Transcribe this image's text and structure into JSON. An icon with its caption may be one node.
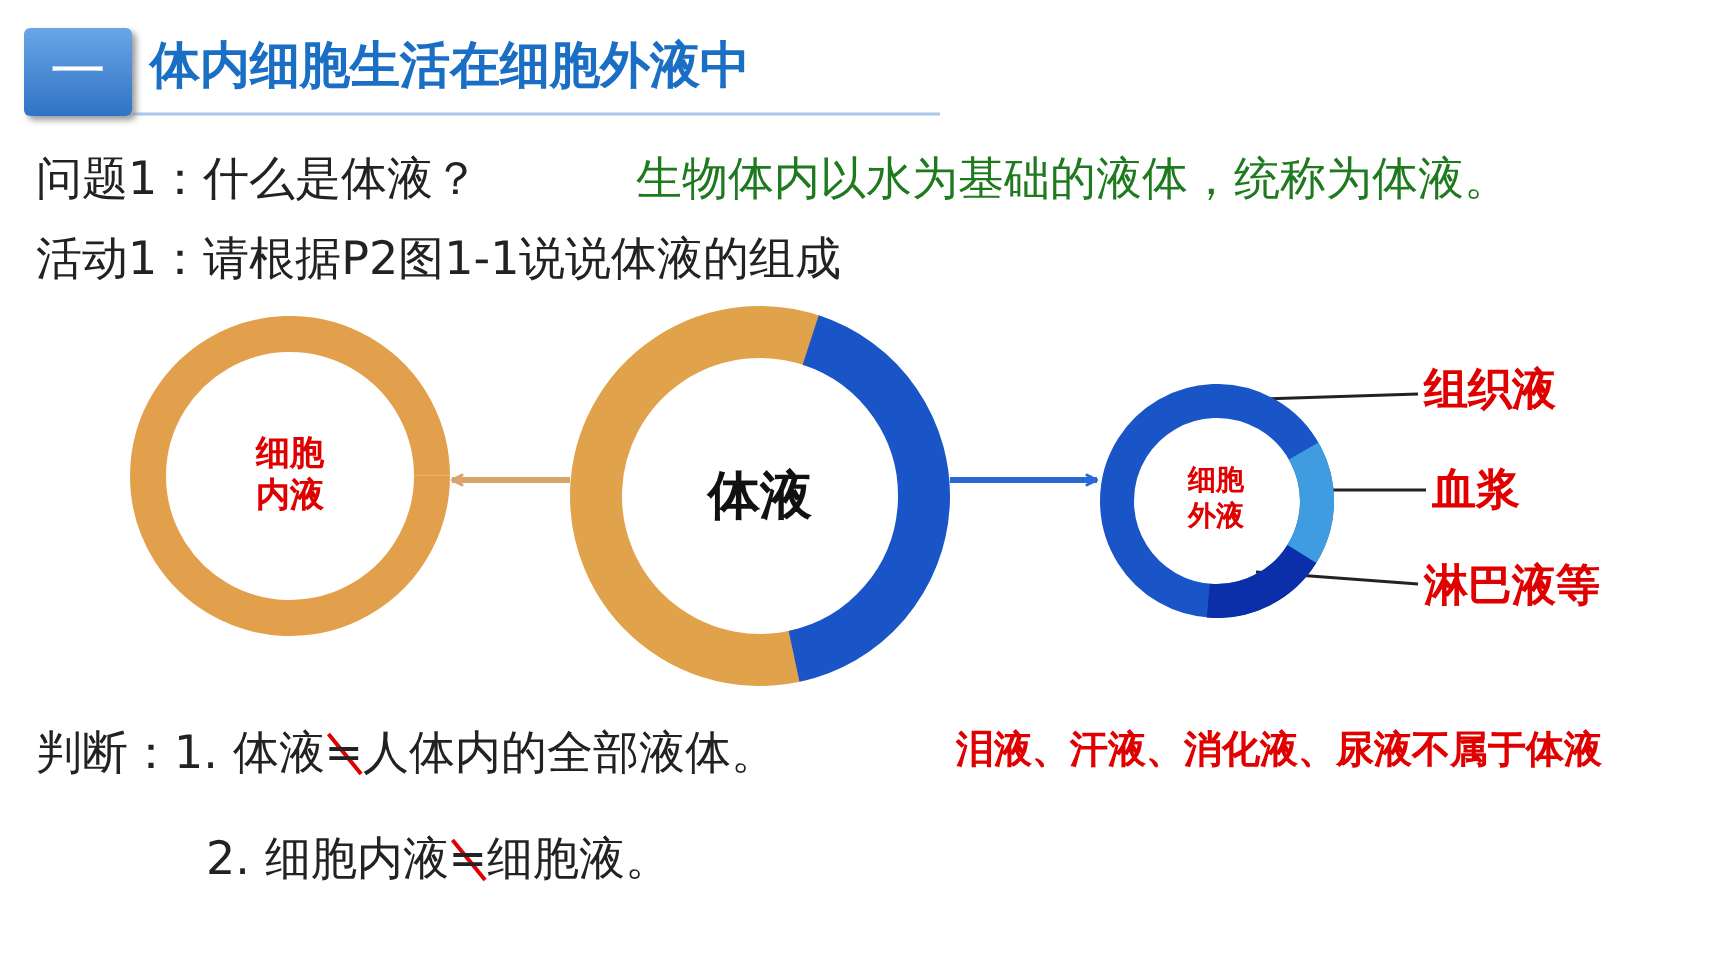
{
  "diagram": {
    "title": "体内细胞生活在细胞外液中",
    "nodes": [
      {
        "text": [
          "细胞内液"
        ]
      },
      {
        "text": [
          "体液"
        ]
      },
      {
        "text": [
          "细胞外液"
        ]
      },
      {
        "text": [
          "组织液"
        ]
      },
      {
        "text": [
          "血浆"
        ]
      },
      {
        "text": [
          "淋巴液等"
        ]
      }
    ],
    "edges": [
      {
        "from": 1,
        "to": 0,
        "arrow": "to",
        "style": "thick",
        "color": "#d9a36e"
      },
      {
        "from": 1,
        "to": 2,
        "arrow": "to",
        "style": "thick",
        "color": "#2a68d4"
      },
      {
        "from": 3,
        "to": 2,
        "arrow": "none"
      },
      {
        "from": 4,
        "to": 2,
        "arrow": "none"
      },
      {
        "from": 5,
        "to": 2,
        "arrow": "none"
      }
    ],
    "labels": [
      "一",
      "问题1：什么是体液？",
      "生物体内以水为基础的液体，统称为体液。",
      "活动1：请根据P2图1-1说说体液的组成",
      "判断：1. 体液=人体内的全部液体。",
      "泪液、汗液、消化液、尿液不属于体液",
      "2. 细胞内液=细胞液。"
    ]
  }
}
